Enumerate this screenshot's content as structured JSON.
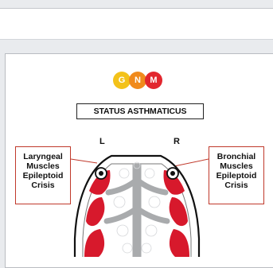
{
  "logo": {
    "letters": [
      "G",
      "N",
      "M"
    ],
    "colors": [
      "#f3c21a",
      "#f08a1c",
      "#e2262e"
    ]
  },
  "diagram": {
    "title": "STATUS ASTHMATICUS",
    "side_left": "L",
    "side_right": "R",
    "callout_left": [
      "Laryngeal",
      "Muscles",
      "Epileptoid",
      "Crisis"
    ],
    "callout_right": [
      "Bronchial",
      "Muscles",
      "Epileptoid",
      "Crisis"
    ],
    "accent_color": "#d7192c",
    "line_color": "#c0392b"
  }
}
